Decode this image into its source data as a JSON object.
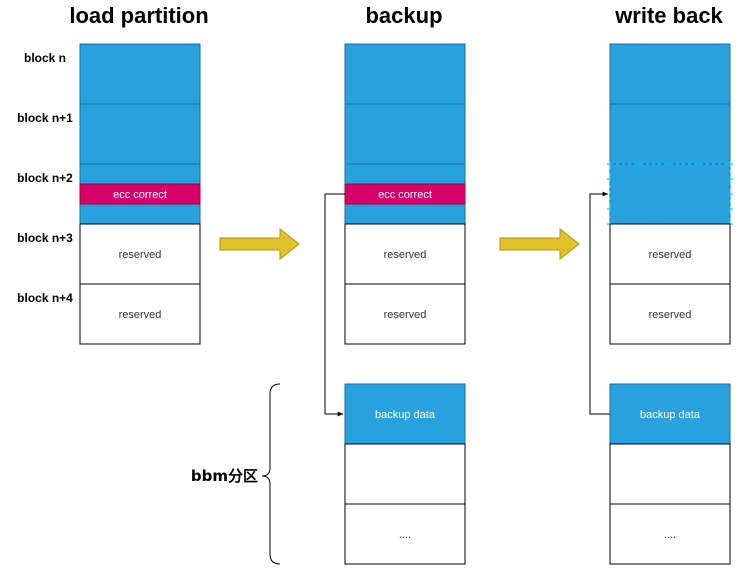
{
  "titles": {
    "load_partition": "load partition",
    "backup": "backup",
    "write_back": "write back"
  },
  "row_labels": [
    "block n",
    "block n+1",
    "block n+2",
    "block n+3",
    "block n+4"
  ],
  "cells": {
    "ecc_correct": "ecc correct",
    "reserved": "reserved",
    "backup_data": "backup data",
    "ellipsis": "...."
  },
  "bbm_label": "bbm分区",
  "colors": {
    "block_blue": "#29a1de",
    "ecc_magenta": "#d8006b",
    "arrow_yellow": "#e2c22a",
    "selection_cyan": "#00b7ff"
  }
}
